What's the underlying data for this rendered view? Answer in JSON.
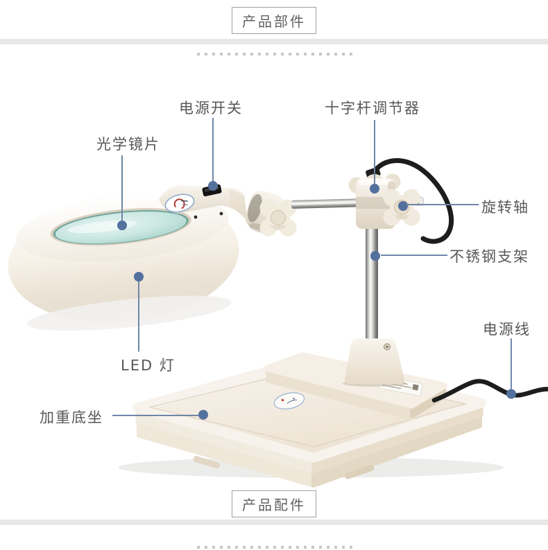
{
  "sections": {
    "top_title": "产品部件",
    "bottom_title": "产品配件"
  },
  "annotations": [
    {
      "part": "optical-lens",
      "label": "光学镜片"
    },
    {
      "part": "power-switch",
      "label": "电源开关"
    },
    {
      "part": "cross-rod-adjuster",
      "label": "十字杆调节器"
    },
    {
      "part": "rotation-axis",
      "label": "旋转轴"
    },
    {
      "part": "stainless-steel-bracket",
      "label": "不锈钢支架"
    },
    {
      "part": "led-light",
      "label": "LED 灯"
    },
    {
      "part": "power-cord",
      "label": "电源线"
    },
    {
      "part": "weighted-base",
      "label": "加重底坐"
    }
  ],
  "colors": {
    "leader_line": "#6e86a8",
    "leader_dot": "#54719e",
    "divider": "#e8e8e8",
    "label_text": "#575757",
    "box_border": "#9f9f9f",
    "lamp_body": "#f3ecdf",
    "lens": "#c8e6e0",
    "cable": "#1d1d1d"
  }
}
